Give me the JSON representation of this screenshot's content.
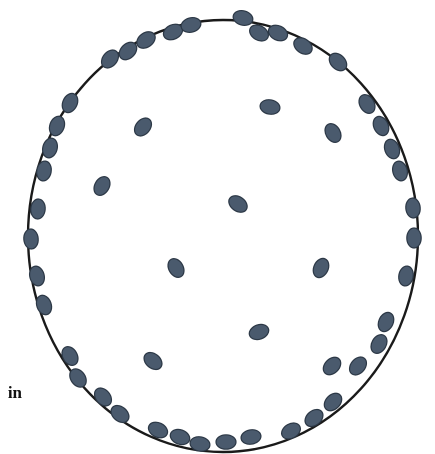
{
  "diagram": {
    "side_label": "in",
    "colors": {
      "background": "#ffffff",
      "boundary_stroke": "#1a1a1a",
      "particle_fill": "#4a5a6d",
      "particle_stroke": "#2c3846"
    },
    "particle_count": 52,
    "interior_particle_count": 10,
    "boundary_particle_count": 42
  }
}
